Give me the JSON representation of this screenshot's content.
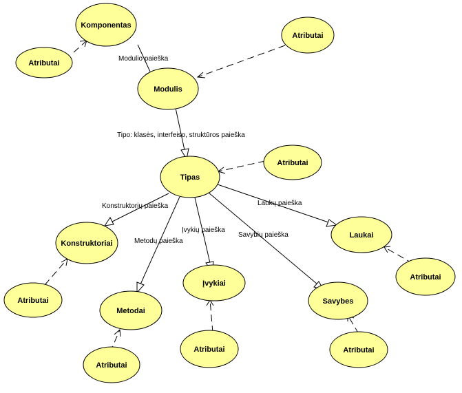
{
  "colors": {
    "node_fill": "#ffff99",
    "stroke": "#000000",
    "background": "#ffffff"
  },
  "nodes": {
    "komponentas": "Komponentas",
    "modulis": "Modulis",
    "tipas": "Tipas",
    "konstruktoriai": "Konstruktoriai",
    "metodai": "Metodai",
    "ivykiai": "Įvykiai",
    "savybes": "Savybes",
    "laukai": "Laukai",
    "atributai": "Atributai"
  },
  "edges": {
    "modulio_paieska": "Modulio paieška",
    "tipo_paieska": "Tipo: klasės, interfeiso, struktūros paieška",
    "konstruktoriu_paieska": "Konstruktorių paieška",
    "metodu_paieska": "Metodų paieška",
    "ivykiu_paieska": "Įvykių paieška",
    "savybiu_paieska": "Savybių paieška",
    "lauku_paieska": "Laukų paieška"
  }
}
